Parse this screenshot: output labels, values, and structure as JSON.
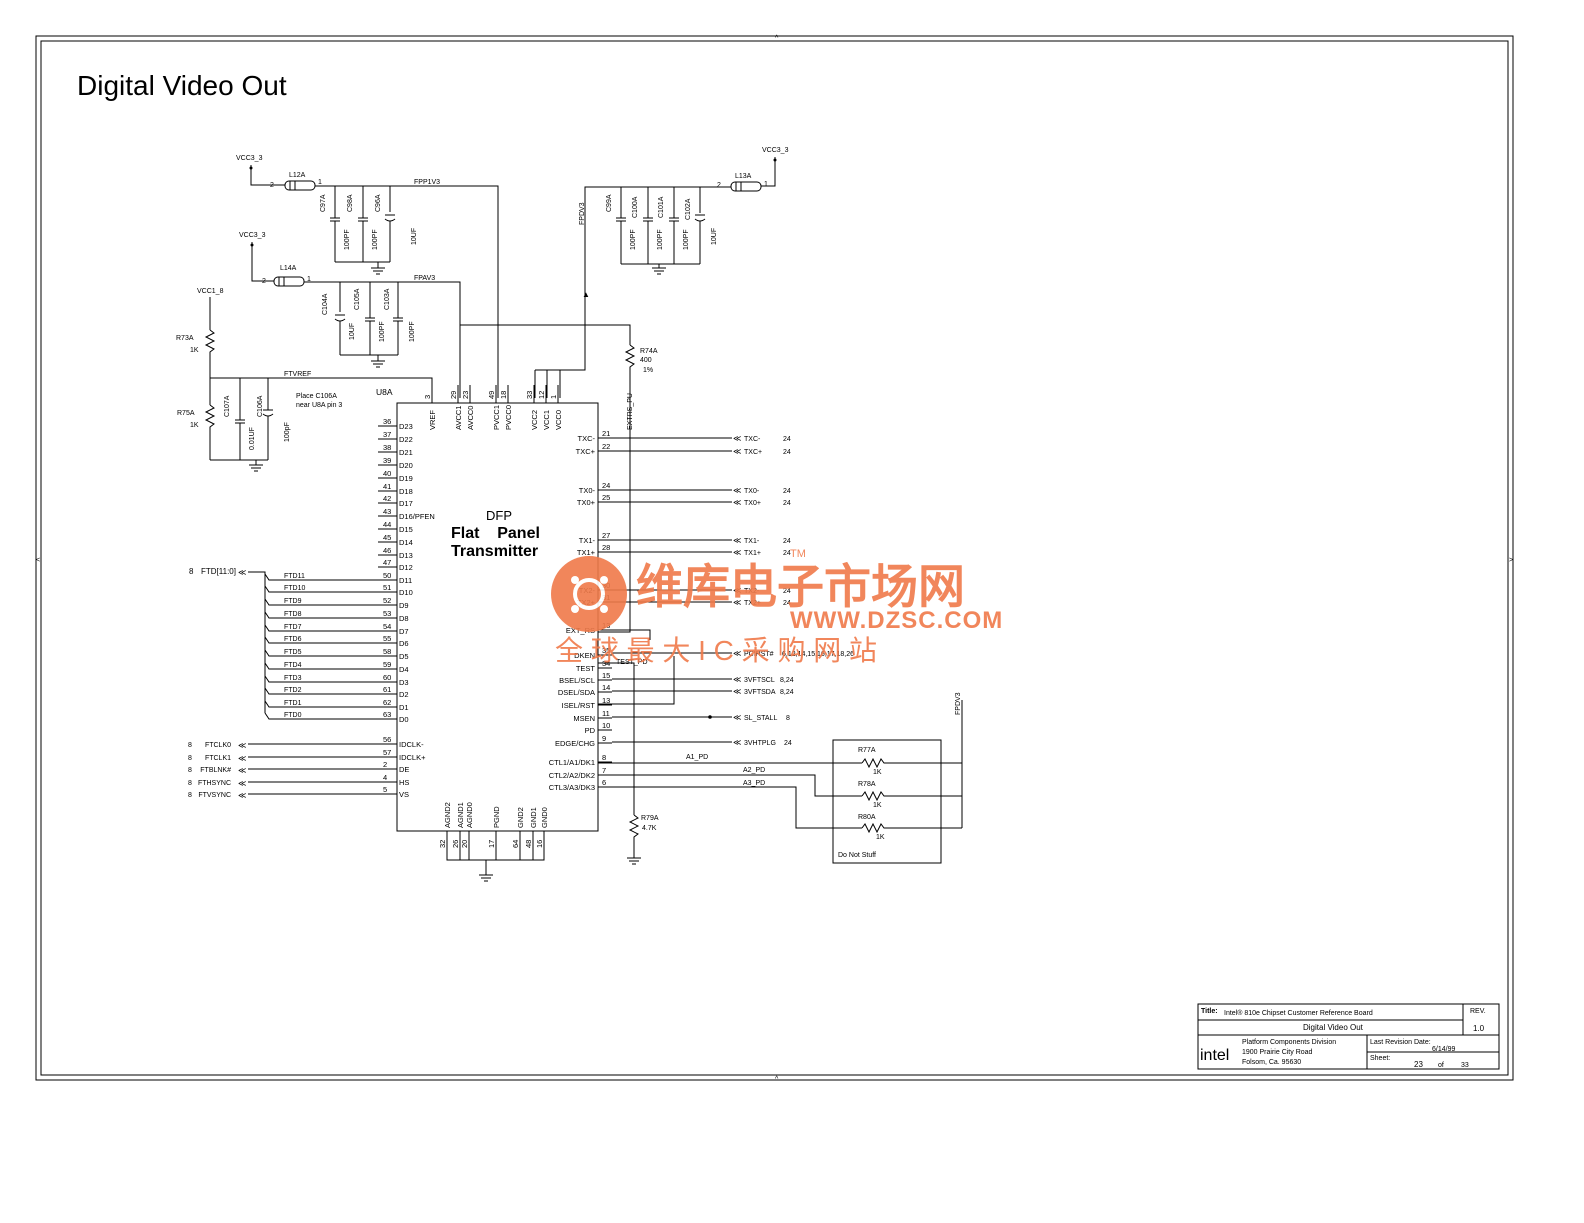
{
  "title": "Digital Video Out",
  "chip": {
    "ref": "U8A",
    "name_top": "DFP",
    "name_mid": "Flat    Panel",
    "name_bot": "Transmitter",
    "left_pins": [
      {
        "name": "D23",
        "num": "36"
      },
      {
        "name": "D22",
        "num": "37"
      },
      {
        "name": "D21",
        "num": "38"
      },
      {
        "name": "D20",
        "num": "39"
      },
      {
        "name": "D19",
        "num": "40"
      },
      {
        "name": "D18",
        "num": "41"
      },
      {
        "name": "D17",
        "num": "42"
      },
      {
        "name": "D16/PFEN",
        "num": "43"
      },
      {
        "name": "D15",
        "num": "44"
      },
      {
        "name": "D14",
        "num": "45"
      },
      {
        "name": "D13",
        "num": "46"
      },
      {
        "name": "D12",
        "num": "47"
      },
      {
        "name": "D11",
        "num": "50"
      },
      {
        "name": "D10",
        "num": "51"
      },
      {
        "name": "D9",
        "num": "52"
      },
      {
        "name": "D8",
        "num": "53"
      },
      {
        "name": "D7",
        "num": "54"
      },
      {
        "name": "D6",
        "num": "55"
      },
      {
        "name": "D5",
        "num": "58"
      },
      {
        "name": "D4",
        "num": "59"
      },
      {
        "name": "D3",
        "num": "60"
      },
      {
        "name": "D2",
        "num": "61"
      },
      {
        "name": "D1",
        "num": "62"
      },
      {
        "name": "D0",
        "num": "63"
      },
      {
        "name": "IDCLK-",
        "num": "56"
      },
      {
        "name": "IDCLK+",
        "num": "57"
      },
      {
        "name": "DE",
        "num": "2"
      },
      {
        "name": "HS",
        "num": "4"
      },
      {
        "name": "VS",
        "num": "5"
      }
    ],
    "right_pins": [
      {
        "name": "TXC-",
        "num": "21"
      },
      {
        "name": "TXC+",
        "num": "22"
      },
      {
        "name": "TX0-",
        "num": "24"
      },
      {
        "name": "TX0+",
        "num": "25"
      },
      {
        "name": "TX1-",
        "num": "27"
      },
      {
        "name": "TX1+",
        "num": "28"
      },
      {
        "name": "TX2-",
        "num": "30"
      },
      {
        "name": "TX2+",
        "num": "31"
      },
      {
        "name": "EXT_RS",
        "num": "13"
      },
      {
        "name": "DKEN",
        "num": "35"
      },
      {
        "name": "TEST",
        "num": "34"
      },
      {
        "name": "BSEL/SCL",
        "num": "15"
      },
      {
        "name": "DSEL/SDA",
        "num": "14"
      },
      {
        "name": "ISEL/RST",
        "num": "13"
      },
      {
        "name": "MSEN",
        "num": "11"
      },
      {
        "name": "PD",
        "num": "10"
      },
      {
        "name": "EDGE/CHG",
        "num": "9"
      },
      {
        "name": "CTL1/A1/DK1",
        "num": "8"
      },
      {
        "name": "CTL2/A2/DK2",
        "num": "7"
      },
      {
        "name": "CTL3/A3/DK3",
        "num": "6"
      }
    ],
    "top_pins": [
      {
        "name": "VREF",
        "num": "3"
      },
      {
        "name": "AVCC1",
        "num": "29"
      },
      {
        "name": "AVCC0",
        "num": "23"
      },
      {
        "name": "PVCC1",
        "num": "49"
      },
      {
        "name": "PVCC0",
        "num": "18"
      },
      {
        "name": "VCC2",
        "num": "33"
      },
      {
        "name": "VCC1",
        "num": "12"
      },
      {
        "name": "VCC0",
        "num": "1"
      },
      {
        "name": "EXTRS_PU",
        "num": ""
      }
    ],
    "bottom_pins": [
      {
        "name": "AGND2",
        "num": "32"
      },
      {
        "name": "AGND1",
        "num": "26"
      },
      {
        "name": "AGND0",
        "num": "20"
      },
      {
        "name": "PGND",
        "num": "17"
      },
      {
        "name": "GND2",
        "num": "64"
      },
      {
        "name": "GND1",
        "num": "48"
      },
      {
        "name": "GND0",
        "num": "16"
      }
    ]
  },
  "data_bus": {
    "sheet": "8",
    "bus": "FTD[11:0]",
    "nets": [
      "FTD11",
      "FTD10",
      "FTD9",
      "FTD8",
      "FTD7",
      "FTD6",
      "FTD5",
      "FTD4",
      "FTD3",
      "FTD2",
      "FTD1",
      "FTD0"
    ]
  },
  "left_signals": [
    {
      "sheet": "8",
      "name": "FTCLK0"
    },
    {
      "sheet": "8",
      "name": "FTCLK1"
    },
    {
      "sheet": "8",
      "name": "FTBLNK#"
    },
    {
      "sheet": "8",
      "name": "FTHSYNC"
    },
    {
      "sheet": "8",
      "name": "FTVSYNC"
    }
  ],
  "right_signals": [
    {
      "name": "TXC-",
      "sheet": "24"
    },
    {
      "name": "TXC+",
      "sheet": "24"
    },
    {
      "name": "TX0-",
      "sheet": "24"
    },
    {
      "name": "TX0+",
      "sheet": "24"
    },
    {
      "name": "TX1-",
      "sheet": "24"
    },
    {
      "name": "TX1+",
      "sheet": "24"
    },
    {
      "name": "TX2-",
      "sheet": "24"
    },
    {
      "name": "TX2+",
      "sheet": "24"
    },
    {
      "name": "PCIRST#",
      "sheet": "6,12,14,15,16,17,18,26"
    },
    {
      "name": "3VFTSCL",
      "sheet": "8,24"
    },
    {
      "name": "3VFTSDA",
      "sheet": "8,24"
    },
    {
      "name": "SL_STALL",
      "sheet": "8"
    },
    {
      "name": "3VHTPLG",
      "sheet": "24"
    }
  ],
  "nets": {
    "vcc33": "VCC3_3",
    "vcc18": "VCC1_8",
    "fpp1v3": "FPP1V3",
    "fpav3": "FPAV3",
    "fpdv3": "FPDV3",
    "ftvref": "FTVREF",
    "test_pd": "TEST_PD",
    "a1_pd": "A1_PD",
    "a2_pd": "A2_PD",
    "a3_pd": "A3_PD",
    "fpdv3_right": "FPDV3"
  },
  "parts": {
    "l12": "L12A",
    "l13": "L13A",
    "l14": "L14A",
    "c97": "C97A",
    "c98": "C98A",
    "c96": "C96A",
    "c99": "C99A",
    "c100": "C100A",
    "c101": "C101A",
    "c102": "C102A",
    "c104": "C104A",
    "c105": "C105A",
    "c103": "C103A",
    "c107": "C107A",
    "c106": "C106A",
    "r73": "R73A",
    "r75": "R75A",
    "r74": "R74A",
    "r79": "R79A",
    "r77": "R77A",
    "r78": "R78A",
    "r80": "R80A"
  },
  "values": {
    "c100pf": "100PF",
    "c10uf": "10UF",
    "c001uf": "0.01UF",
    "c100pf_lower": "100pF",
    "r1k": "1K",
    "r400": "400",
    "r1pct": "1%",
    "r47k": "4.7K"
  },
  "note": {
    "line1": "Place C106A",
    "line2": "near U8A pin 3"
  },
  "do_not_stuff": "Do Not Stuff",
  "title_block": {
    "title_label": "Title:",
    "title": "Intel® 810e Chipset Customer Reference Board",
    "subtitle": "Digital Video Out",
    "rev_label": "REV.",
    "rev": "1.0",
    "org1": "Platform Components Division",
    "org2": "1900 Prairie City Road",
    "org3": "Folsom, Ca. 95630",
    "date_label": "Last Revision Date:",
    "date": "6/14/99",
    "sheet_label": "Sheet:",
    "sheet": "23",
    "of": "of",
    "total": "33",
    "logo": "intel"
  },
  "watermark": {
    "brand": "维库电子市场网",
    "tm": "TM",
    "url": "WWW.DZSC.COM",
    "slogan": "全 球 最 大 I C 采 购 网 站"
  }
}
